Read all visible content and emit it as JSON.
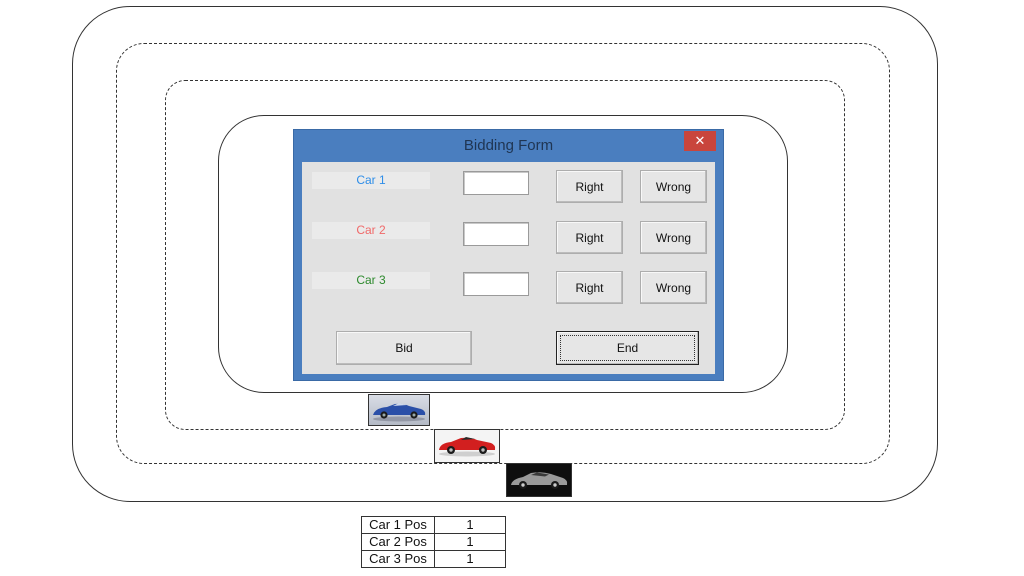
{
  "dialog": {
    "title": "Bidding Form",
    "close_label": "✕",
    "rows": [
      {
        "label": "Car 1",
        "color": "#2f8ee8",
        "value": "",
        "right_label": "Right",
        "wrong_label": "Wrong"
      },
      {
        "label": "Car 2",
        "color": "#f06a6a",
        "value": "",
        "right_label": "Right",
        "wrong_label": "Wrong"
      },
      {
        "label": "Car 3",
        "color": "#2e8a2e",
        "value": "",
        "right_label": "Right",
        "wrong_label": "Wrong"
      }
    ],
    "bid_label": "Bid",
    "end_label": "End"
  },
  "cars": [
    {
      "icon": "blue-car-icon",
      "color": "#2a4fa8"
    },
    {
      "icon": "red-car-icon",
      "color": "#d21f1f"
    },
    {
      "icon": "silver-car-icon",
      "color": "#9a9a9a"
    }
  ],
  "positions": [
    {
      "label": "Car 1 Pos",
      "value": "1"
    },
    {
      "label": "Car 2 Pos",
      "value": "1"
    },
    {
      "label": "Car 3 Pos",
      "value": "1"
    }
  ],
  "colors": {
    "titlebar": "#4a7ebf",
    "close": "#c9453c",
    "client": "#e1e1e1"
  }
}
